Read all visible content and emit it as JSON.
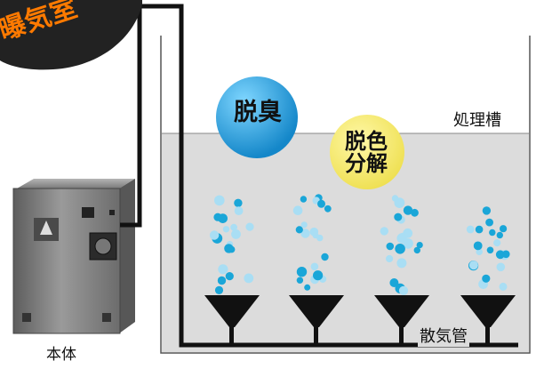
{
  "labels": {
    "main_unit": "本体",
    "treatment_tank": "処理槽",
    "diffuser_pipe": "散気管"
  },
  "badges": {
    "deodorize": "脱臭",
    "decolor_line1": "脱色",
    "decolor_line2": "分解",
    "corner": "曝気室"
  },
  "colors": {
    "deodorize_badge": "#2aa6e0",
    "decolor_badge": "#f7ec6a",
    "corner_badge": "#222222",
    "corner_text": "#ff7a00",
    "water": "#dcdcdc",
    "pipe": "#111111",
    "bubble_dark": "#1aa6d8",
    "bubble_light": "#a9def4"
  },
  "icons": [
    "machine-unit",
    "diffuser-funnel",
    "bubble"
  ]
}
